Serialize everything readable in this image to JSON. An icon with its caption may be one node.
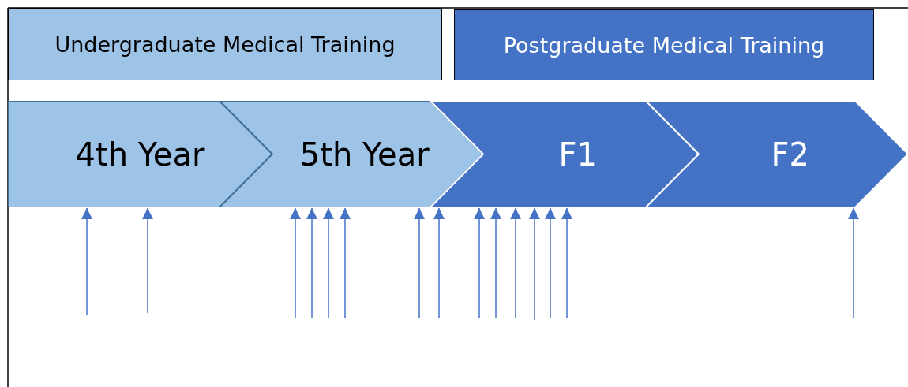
{
  "diagram": {
    "nodes": [
      {
        "text": [
          "Undergraduate Medical Training"
        ]
      },
      {
        "text": [
          "Postgraduate Medical Training"
        ]
      },
      {
        "text": [
          "4th Year"
        ]
      },
      {
        "text": [
          "5th Year"
        ]
      },
      {
        "text": [
          "F1"
        ]
      },
      {
        "text": [
          "F2"
        ]
      }
    ],
    "edges": [
      {
        "from": null,
        "to": 2,
        "arrow": "to"
      },
      {
        "from": null,
        "to": 2,
        "arrow": "to"
      },
      {
        "from": null,
        "to": 3,
        "arrow": "to"
      },
      {
        "from": null,
        "to": 3,
        "arrow": "to"
      },
      {
        "from": null,
        "to": 3,
        "arrow": "to"
      },
      {
        "from": null,
        "to": 3,
        "arrow": "to"
      },
      {
        "from": null,
        "to": 3,
        "arrow": "to"
      },
      {
        "from": null,
        "to": 4,
        "arrow": "to"
      },
      {
        "from": null,
        "to": 4,
        "arrow": "to"
      },
      {
        "from": null,
        "to": 4,
        "arrow": "to"
      },
      {
        "from": null,
        "to": 4,
        "arrow": "to"
      },
      {
        "from": null,
        "to": 4,
        "arrow": "to"
      },
      {
        "from": null,
        "to": 4,
        "arrow": "to"
      },
      {
        "from": null,
        "to": 4,
        "arrow": "to"
      },
      {
        "from": null,
        "to": 5,
        "arrow": "to"
      }
    ]
  }
}
